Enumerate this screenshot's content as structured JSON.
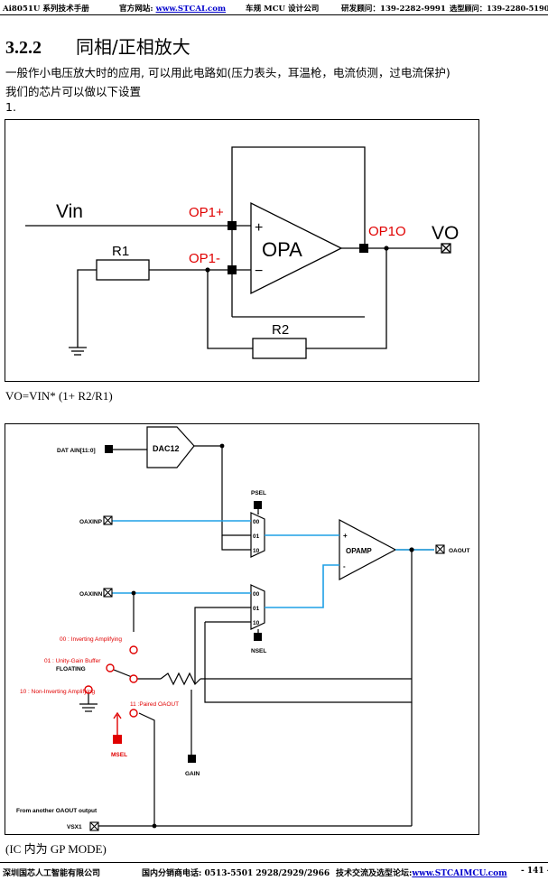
{
  "header": {
    "doc": "Ai8051U 系列技术手册",
    "site_label": "官方网站:",
    "site_link": "www.STCAI.com",
    "slogan": "车规 MCU 设计公司",
    "rd_contact": "研发顾问：139-2282-9991",
    "sel_contact": "选型顾问：139-2280-5190"
  },
  "section": {
    "number": "3.2.2",
    "title": "同相/正相放大"
  },
  "para1": "一般作小电压放大时的应用, 可以用此电路如(压力表头，耳温枪，电流侦测，过电流保护)",
  "para2": "我们的芯片可以做以下设置",
  "item": "1.",
  "fig1": {
    "vin": "Vin",
    "r1": "R1",
    "r2": "R2",
    "op1p": "OP1+",
    "op1m": "OP1-",
    "opa": "OPA",
    "op1o": "OP1O",
    "vo": "VO",
    "plus": "+",
    "minus": "−"
  },
  "formula": "VO=VIN* (1+ R2/R1)",
  "fig2": {
    "datain": "DAT AIN[11:0]",
    "dac": "DAC12",
    "psel": "PSEL",
    "oaxinp": "OAXINP",
    "oaxinn": "OAXINN",
    "mux_00": "00",
    "mux_01": "01",
    "mux_10": "10",
    "opamp": "OPAMP",
    "oaout": "OAOUT",
    "nsel": "NSEL",
    "opt00": "00 : Inverting Amplifying",
    "opt01": "01 : Unity-Gain Buffer",
    "floating": "FLOATING",
    "opt10": "10 : Non-Inverting Amplifying",
    "opt11": "11 :Paired OAOUT",
    "msel": "MSEL",
    "gain": "GAIN",
    "from_other": "From another OAOUT output",
    "vsx1": "VSX1",
    "plus": "+",
    "minus": "-"
  },
  "caption": "(IC 内为  GP MODE)",
  "footer": {
    "company": "深圳国芯人工智能有限公司",
    "distributor": "国内分销商电话: 0513-5501 2928/2929/2966",
    "forum_label": "技术交流及选型论坛:",
    "forum_link": "www.STCAIMCU.com",
    "page": "- 141 -"
  },
  "colors": {
    "red": "#e00000",
    "blue": "#1ea0e6",
    "link": "#0000cc"
  }
}
